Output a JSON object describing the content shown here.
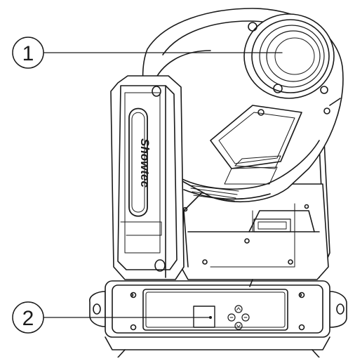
{
  "callouts": [
    {
      "number": "1",
      "target": "lens"
    },
    {
      "number": "2",
      "target": "control-panel"
    }
  ],
  "logo_text": "Showtec",
  "colors": {
    "stroke": "#1a1a1a",
    "background": "#ffffff"
  }
}
